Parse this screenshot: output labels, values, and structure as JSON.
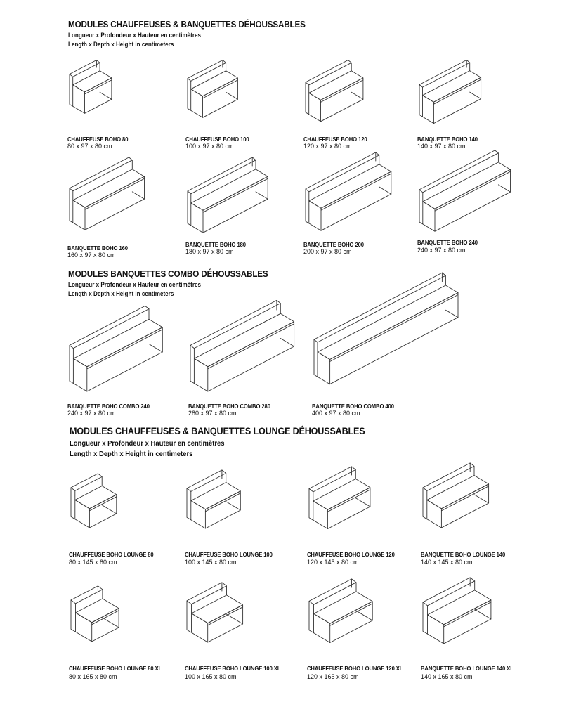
{
  "sections": [
    {
      "title": "MODULES CHAUFFEUSES & BANQUETTES DÉHOUSSABLES",
      "sub_fr": "Longueur x Profondeur x Hauteur en centimètres",
      "sub_en": "Length x Depth x Height in centimeters",
      "items": [
        {
          "name": "CHAUFFEUSE BOHO 80",
          "dims": "80 x 97 x 80 cm",
          "icon": "chair-icon"
        },
        {
          "name": "CHAUFFEUSE BOHO 100",
          "dims": "100 x 97 x 80 cm",
          "icon": "chair-icon"
        },
        {
          "name": "CHAUFFEUSE BOHO 120",
          "dims": "120 x 97 x 80 cm",
          "icon": "chair-icon"
        },
        {
          "name": "BANQUETTE BOHO 140",
          "dims": "140 x 97 x 80 cm",
          "icon": "bench-icon"
        },
        {
          "name": "BANQUETTE BOHO 160",
          "dims": "160 x 97 x 80 cm",
          "icon": "bench-icon"
        },
        {
          "name": "BANQUETTE BOHO 180",
          "dims": "180 x 97 x 80 cm",
          "icon": "bench-icon"
        },
        {
          "name": "BANQUETTE BOHO 200",
          "dims": "200 x 97 x 80 cm",
          "icon": "bench-icon"
        },
        {
          "name": "BANQUETTE BOHO 240",
          "dims": "240 x 97 x 80 cm",
          "icon": "bench-icon"
        }
      ]
    },
    {
      "title": "MODULES BANQUETTES COMBO DÉHOUSSABLES",
      "sub_fr": "Longueur x Profondeur x Hauteur en centimètres",
      "sub_en": "Length x Depth x Height in centimeters",
      "items": [
        {
          "name": "BANQUETTE BOHO COMBO 240",
          "dims": "240 x 97 x 80 cm",
          "icon": "bench-icon"
        },
        {
          "name": "BANQUETTE BOHO COMBO 280",
          "dims": "280 x 97 x 80 cm",
          "icon": "bench-icon"
        },
        {
          "name": "BANQUETTE BOHO COMBO 400",
          "dims": "400 x 97 x 80 cm",
          "icon": "bench-icon"
        }
      ]
    },
    {
      "title": "MODULES CHAUFFEUSES & BANQUETTES LOUNGE DÉHOUSSABLES",
      "sub_fr": "Longueur x Profondeur x Hauteur en centimètres",
      "sub_en": "Length x Depth x Height in centimeters",
      "items": [
        {
          "name": "CHAUFFEUSE BOHO LOUNGE 80",
          "dims": "80 x 145 x 80 cm",
          "icon": "lounge-chair-icon"
        },
        {
          "name": "CHAUFFEUSE BOHO LOUNGE 100",
          "dims": "100 x 145 x 80 cm",
          "icon": "lounge-chair-icon"
        },
        {
          "name": "CHAUFFEUSE BOHO LOUNGE 120",
          "dims": "120 x 145 x 80 cm",
          "icon": "lounge-chair-icon"
        },
        {
          "name": "BANQUETTE BOHO LOUNGE 140",
          "dims": "140 x 145 x 80 cm",
          "icon": "lounge-bench-icon"
        },
        {
          "name": "CHAUFFEUSE BOHO LOUNGE 80 XL",
          "dims": "80 x 165 x 80 cm",
          "icon": "lounge-chair-icon"
        },
        {
          "name": "CHAUFFEUSE BOHO LOUNGE 100 XL",
          "dims": "100 x 165 x 80 cm",
          "icon": "lounge-chair-icon"
        },
        {
          "name": "CHAUFFEUSE BOHO LOUNGE 120 XL",
          "dims": "120 x 165 x 80 cm",
          "icon": "lounge-chair-icon"
        },
        {
          "name": "BANQUETTE BOHO LOUNGE 140 XL",
          "dims": "140 x 165 x 80 cm",
          "icon": "lounge-bench-icon"
        }
      ]
    }
  ]
}
